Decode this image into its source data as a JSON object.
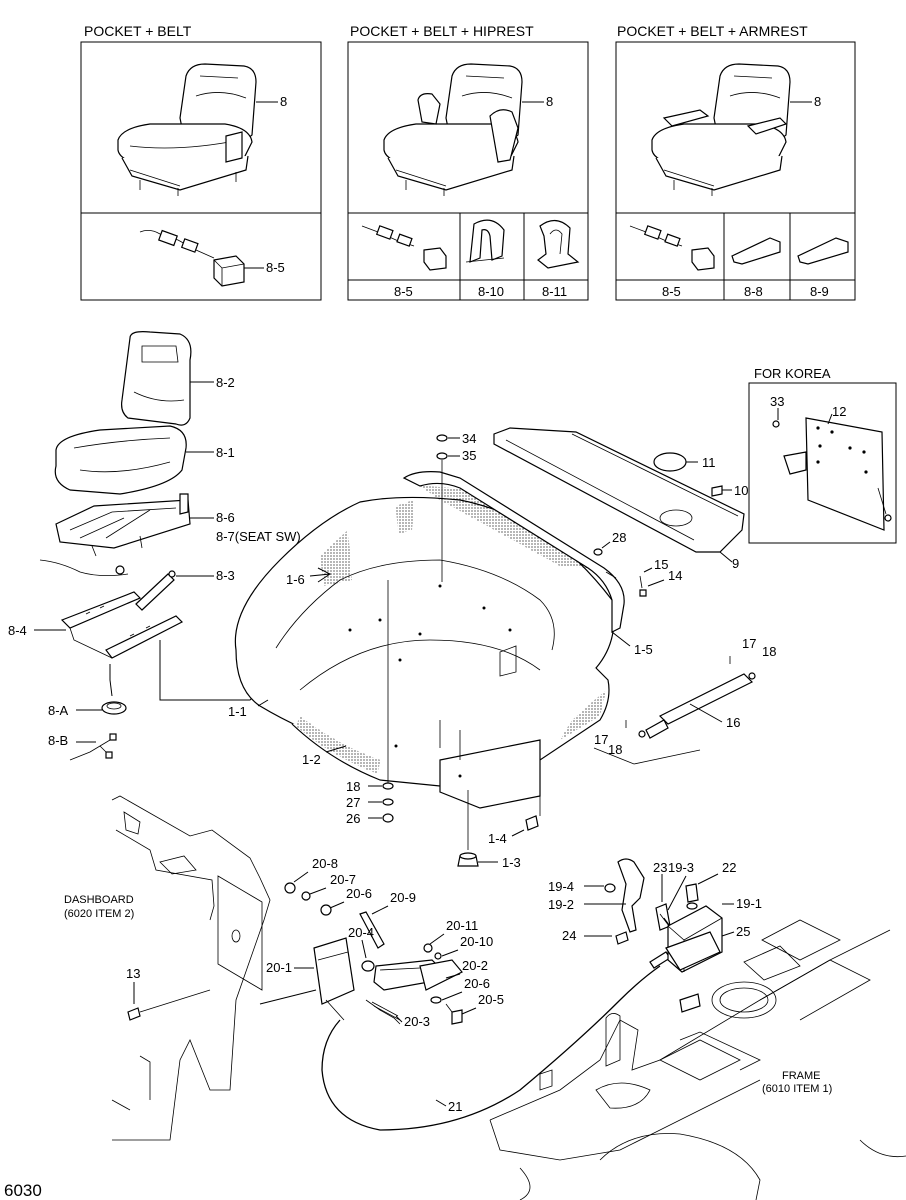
{
  "variants": {
    "v1": {
      "title": "POCKET + BELT",
      "seat_callout": "8",
      "belt_callout": "8-5"
    },
    "v2": {
      "title": "POCKET + BELT + HIPREST",
      "seat_callout": "8",
      "cells": [
        "8-5",
        "8-10",
        "8-11"
      ]
    },
    "v3": {
      "title": "POCKET + BELT + ARMREST",
      "seat_callout": "8",
      "cells": [
        "8-5",
        "8-8",
        "8-9"
      ]
    }
  },
  "korea": {
    "title": "FOR KOREA",
    "callouts": [
      "33",
      "12"
    ]
  },
  "callouts": {
    "c8_2": "8-2",
    "c8_1": "8-1",
    "c8_6": "8-6",
    "c8_7": "8-7(SEAT SW)",
    "c8_3": "8-3",
    "c8_4": "8-4",
    "c8_A": "8-A",
    "c8_B": "8-B",
    "c34": "34",
    "c35": "35",
    "c11": "11",
    "c10": "10",
    "c9": "9",
    "c28": "28",
    "c15": "15",
    "c14": "14",
    "c1_6": "1-6",
    "c1_5": "1-5",
    "c1_1": "1-1",
    "c1_2": "1-2",
    "c17a": "17",
    "c18a": "18",
    "c16": "16",
    "c17b": "17",
    "c18b": "18",
    "c18c": "18",
    "c27": "27",
    "c26": "26",
    "c1_4": "1-4",
    "c1_3": "1-3",
    "c20_8": "20-8",
    "c20_7": "20-7",
    "c20_6a": "20-6",
    "c20_9": "20-9",
    "c20_4": "20-4",
    "c20_11": "20-11",
    "c20_10": "20-10",
    "c20_1": "20-1",
    "c20_2": "20-2",
    "c20_6b": "20-6",
    "c20_5": "20-5",
    "c20_3": "20-3",
    "c13": "13",
    "c21": "21",
    "c19_4": "19-4",
    "c19_2": "19-2",
    "c23": "23",
    "c19_3": "19-3",
    "c22": "22",
    "c19_1": "19-1",
    "c24": "24",
    "c25": "25"
  },
  "notes": {
    "dashboard_1": "DASHBOARD",
    "dashboard_2": "(6020 ITEM 2)",
    "frame_1": "FRAME",
    "frame_2": "(6010 ITEM 1)"
  },
  "page_number": "6030"
}
